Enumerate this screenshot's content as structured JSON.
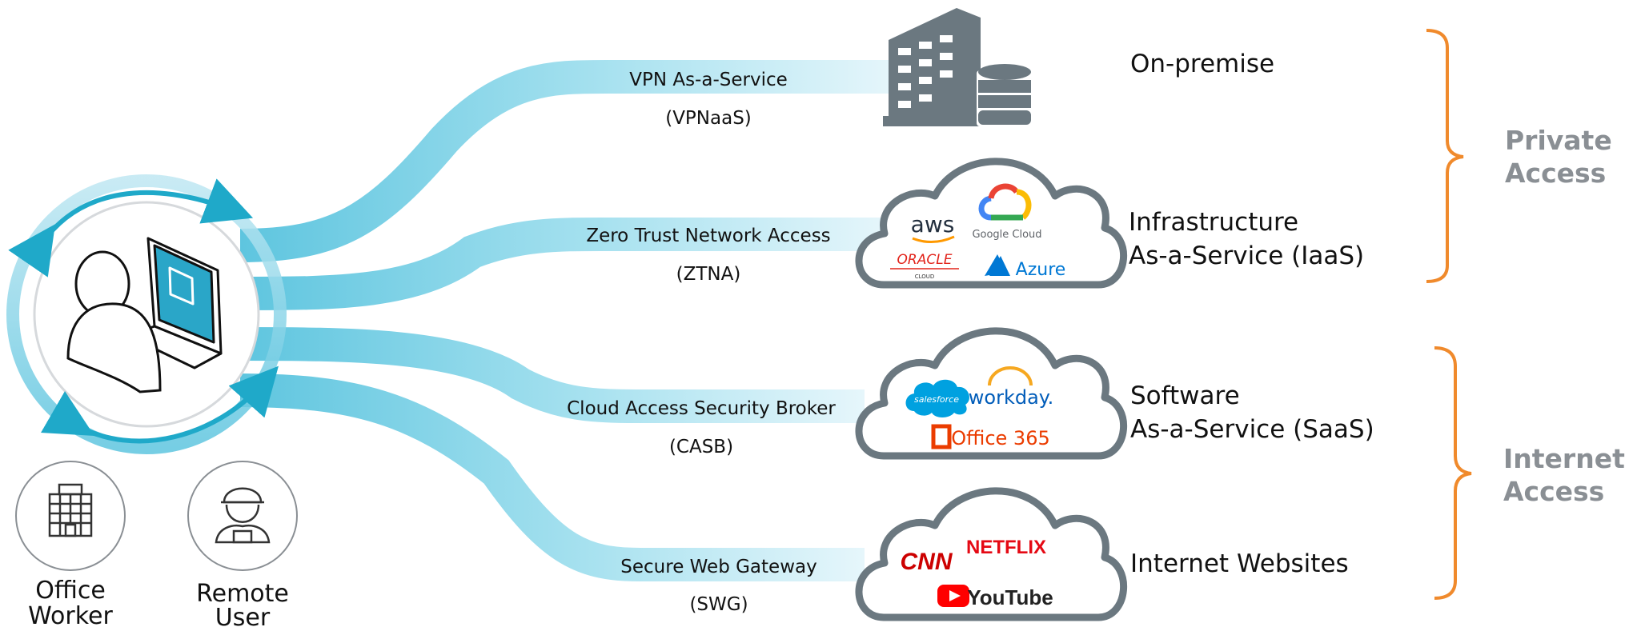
{
  "flows": [
    {
      "name": "VPN As-a-Service",
      "abbr": "(VPNaaS)"
    },
    {
      "name": "Zero Trust Network Access",
      "abbr": "(ZTNA)"
    },
    {
      "name": "Cloud Access Security Broker",
      "abbr": "(CASB)"
    },
    {
      "name": "Secure Web Gateway",
      "abbr": "(SWG)"
    }
  ],
  "destinations": [
    {
      "line1": "On-premise",
      "line2": ""
    },
    {
      "line1": "Infrastructure",
      "line2": "As-a-Service (IaaS)"
    },
    {
      "line1": "Software",
      "line2": "As-a-Service (SaaS)"
    },
    {
      "line1": "Internet Websites",
      "line2": ""
    }
  ],
  "groups": [
    {
      "line1": "Private",
      "line2": "Access"
    },
    {
      "line1": "Internet",
      "line2": "Access"
    }
  ],
  "personas": [
    {
      "line1": "Office",
      "line2": "Worker",
      "icon": "office-building-icon"
    },
    {
      "line1": "Remote",
      "line2": "User",
      "icon": "hard-hat-worker-icon"
    }
  ],
  "logos": {
    "iaas": [
      "aws",
      "Google Cloud",
      "ORACLE",
      "CLOUD",
      "Azure"
    ],
    "saas": [
      "salesforce",
      "workday.",
      "Office 365"
    ],
    "web": [
      "CNN",
      "NETFLIX",
      "YouTube"
    ]
  },
  "colors": {
    "flow": "#7fd3e8",
    "accent": "#1fa9c9",
    "bracket": "#f08a2c",
    "group_text": "#8a8f94",
    "cloud_outline": "#6b7880",
    "building": "#6b7880"
  }
}
